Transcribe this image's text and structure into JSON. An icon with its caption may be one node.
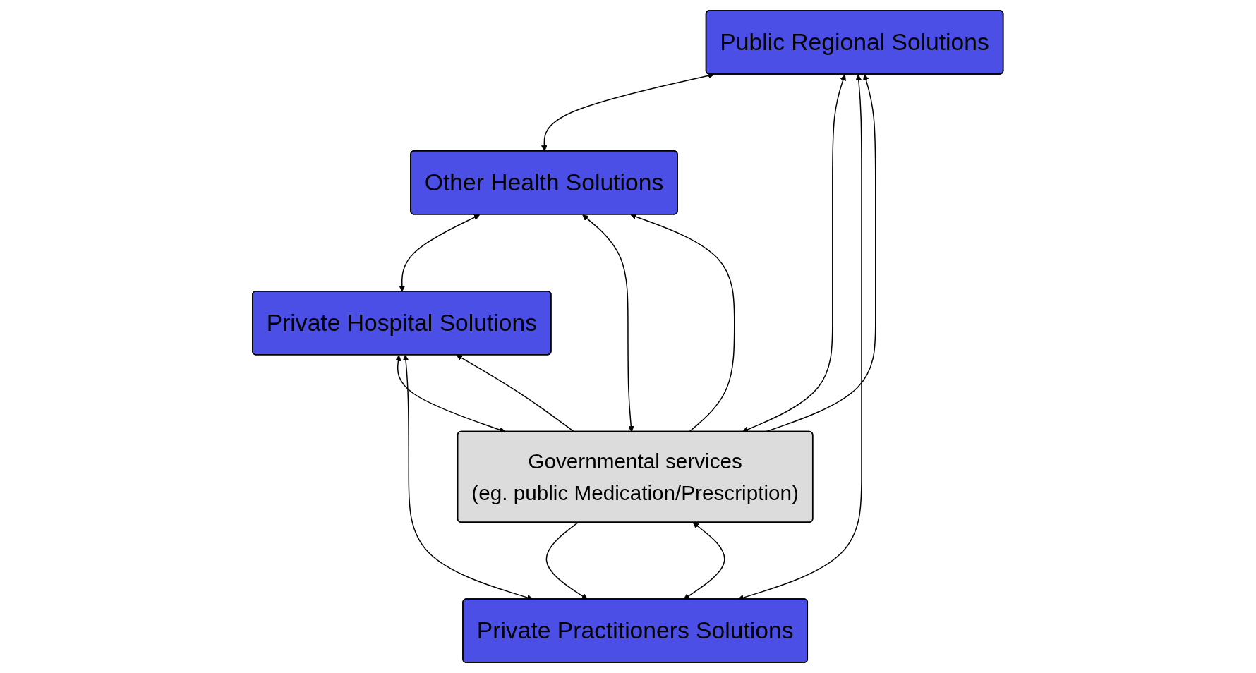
{
  "diagram": {
    "nodes": [
      {
        "text": [
          "Public Regional Solutions"
        ]
      },
      {
        "text": [
          "Other Health Solutions"
        ]
      },
      {
        "text": [
          "Governmental services",
          "(eg. public Medication/Prescription)"
        ]
      },
      {
        "text": [
          "Private Practitioners Solutions"
        ]
      },
      {
        "text": [
          "Private Hospital Solutions"
        ]
      }
    ],
    "edges": [
      {
        "from": 0,
        "to": 1,
        "arrow": "both"
      },
      {
        "from": 2,
        "to": 0,
        "arrow": "to"
      },
      {
        "from": 0,
        "to": 2,
        "arrow": "both"
      },
      {
        "from": 0,
        "to": 3,
        "arrow": "both"
      },
      {
        "from": 3,
        "to": 2,
        "arrow": "both"
      },
      {
        "from": 2,
        "to": 3,
        "arrow": "to"
      },
      {
        "from": 3,
        "to": 4,
        "arrow": "both"
      },
      {
        "from": 2,
        "to": 4,
        "arrow": "to"
      },
      {
        "from": 4,
        "to": 2,
        "arrow": "both"
      },
      {
        "from": 1,
        "to": 4,
        "arrow": "both"
      },
      {
        "from": 1,
        "to": 2,
        "arrow": "both"
      },
      {
        "from": 2,
        "to": 1,
        "arrow": "to"
      }
    ]
  }
}
